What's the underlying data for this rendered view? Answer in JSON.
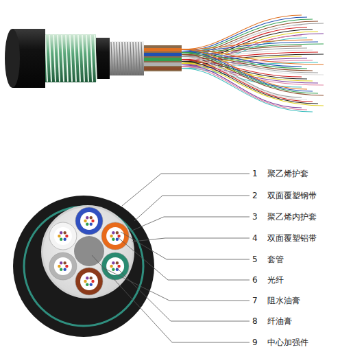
{
  "diagram": {
    "labels": [
      "1",
      "聚乙烯护套",
      "2",
      "双面覆塑钢带",
      "3",
      "聚乙烯内护套",
      "4",
      "双面覆塑铝带",
      "5",
      "套管",
      "6",
      "光纤",
      "7",
      "阻水油膏",
      "8",
      "纤油膏",
      "9",
      "中心加强件"
    ]
  }
}
